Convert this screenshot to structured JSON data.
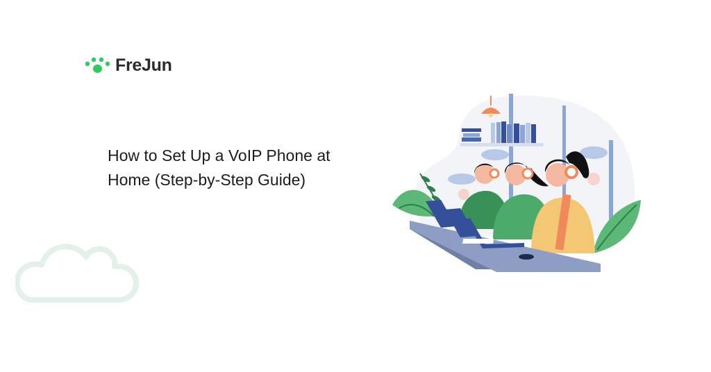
{
  "brand": {
    "name": "FreJun",
    "logo_icon": "paw-dots-icon",
    "accent_color": "#2ecc5b",
    "text_color": "#2b2b2b"
  },
  "headline": {
    "line1": "How to Set Up a VoIP Phone at",
    "line2": "Home (Step-by-Step Guide)"
  },
  "decorations": {
    "cloud_icon": "cloud-outline-icon",
    "cloud_color": "#e4f1e8",
    "illustration": "call-center-agents-illustration"
  },
  "illustration_colors": {
    "background_blob": "#f3f4f7",
    "window_frame": "#8aa5d8",
    "lamp": "#f08a5d",
    "desk_top": "#6f7fa6",
    "desk_edge": "#8d9dc4",
    "laptop": "#34509a",
    "shirt_green": "#4cab6a",
    "shirt_green_dark": "#3a9158",
    "shirt_yellow": "#f3c774",
    "accent_orange": "#f08a5d",
    "skin": "#f4b8a0",
    "hair": "#111111",
    "leaf": "#5cb877",
    "leaf_dark": "#2f7d4a",
    "bubble": "#b8c8e8",
    "bubble_pink": "#f6d3cb"
  }
}
